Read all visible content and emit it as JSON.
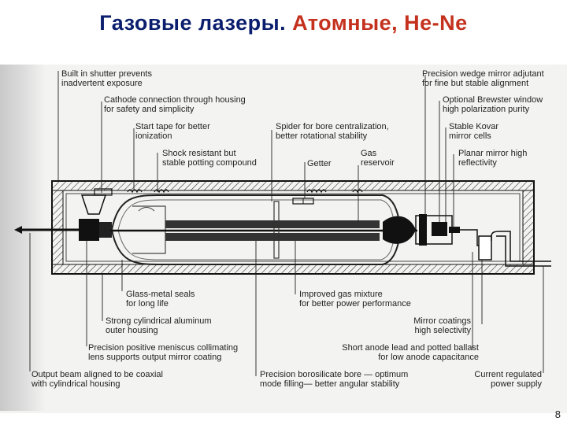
{
  "slide": {
    "title_main": "Газовые лазеры.",
    "title_accent": "Атомные, He-Ne",
    "page_number": "8"
  },
  "callouts": {
    "shutter": "Built in shutter prevents\ninadvertent exposure",
    "cathode": "Cathode connection through housing\nfor safety and simplicity",
    "start_tape": "Start tape for better\nionization",
    "potting": "Shock resistant but\nstable potting compound",
    "spider": "Spider for bore centralization,\nbetter rotational stability",
    "getter": "Getter",
    "gas_reservoir": "Gas\nreservoir",
    "wedge_mirror": "Precision wedge mirror adjutant\nfor fine but stable alignment",
    "brewster": "Optional Brewster window\nhigh polarization purity",
    "kovar": "Stable Kovar\nmirror cells",
    "planar_mirror": "Planar mirror high\nreflectivity",
    "glass_metal": "Glass-metal seals\nfor long life",
    "aluminum_housing": "Strong cylindrical aluminum\nouter housing",
    "meniscus": "Precision positive meniscus collimating\nlens supports output mirror coating",
    "output_beam": "Output beam aligned to be coaxial\nwith cylindrical housing",
    "gas_mixture": "Improved gas mixture\nfor better power performance",
    "borosilicate": "Precision borosilicate bore — optimum\nmode filling— better angular stability",
    "mirror_coatings": "Mirror coatings\nhigh selectivity",
    "anode_lead": "Short anode lead and potted ballast\nfor low anode capacitance",
    "power_supply": "Current regulated\npower supply"
  }
}
